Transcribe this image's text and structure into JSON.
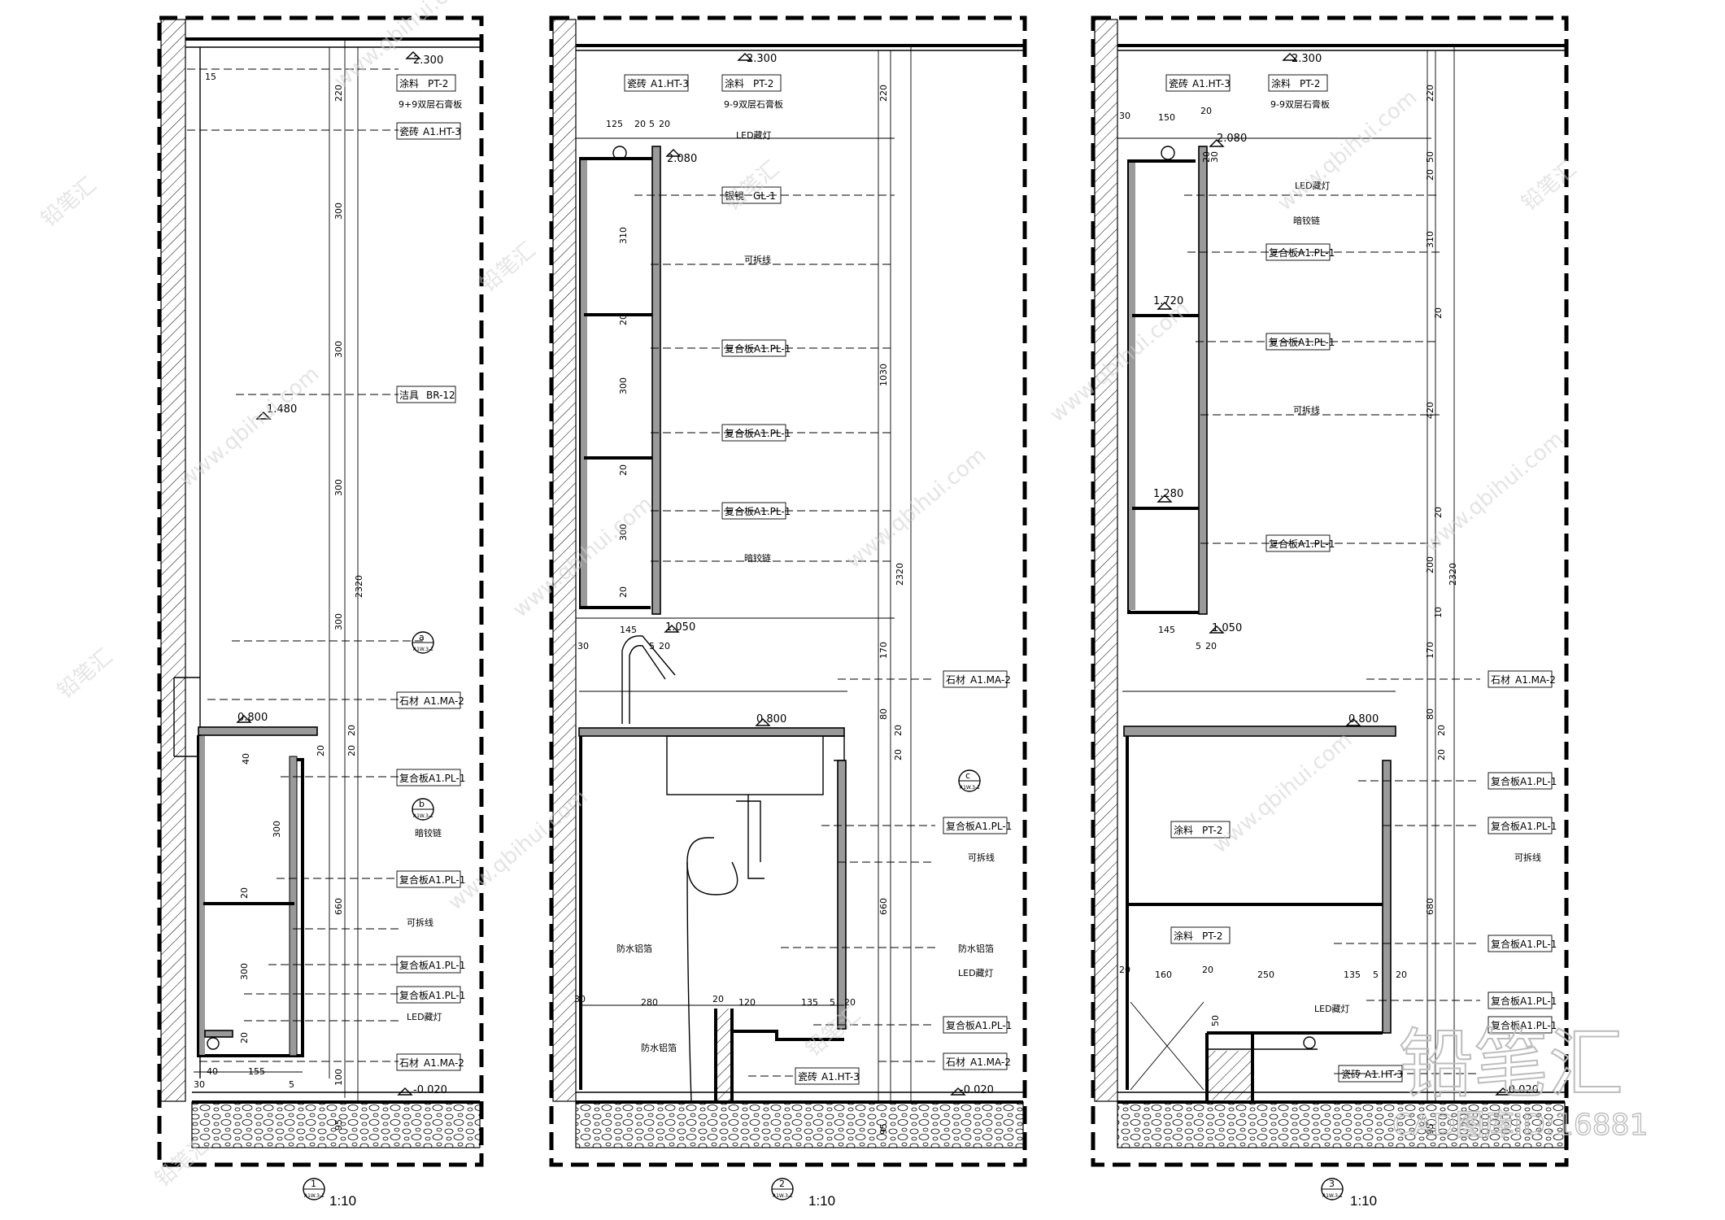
{
  "panels": [
    {
      "title_num": "1",
      "title_sheet": "A1W.3-1",
      "scale": "1:10",
      "labels": [
        "涂料",
        "PT-2",
        "9+9双层石膏板",
        "瓷砖",
        "A1.HT-3",
        "洁具",
        "BR-12",
        "石材",
        "A1.MA-2",
        "复合板",
        "A1.PL-1",
        "暗铰链",
        "复合板",
        "A1.PL-1",
        "可拆线",
        "复合板",
        "A1.PL-1",
        "复合板",
        "A1.PL-1",
        "LED藏灯",
        "石材",
        "A1.MA-2"
      ],
      "levels": [
        "2.300",
        "1.480",
        "0.800",
        "-0.020"
      ],
      "dims_v": [
        "220",
        "300",
        "300",
        "300",
        "300",
        "2320",
        "40",
        "300",
        "20",
        "660",
        "300",
        "20",
        "100",
        "95",
        "15",
        "20",
        "20",
        "20"
      ],
      "dims_h": [
        "40",
        "155",
        "30",
        "5"
      ],
      "sections": [
        {
          "letter": "a",
          "ref": "A1W.3-1"
        },
        {
          "letter": "b",
          "ref": "A1W.3-1"
        }
      ]
    },
    {
      "title_num": "2",
      "title_sheet": "A1W.3-1",
      "scale": "1:10",
      "labels": [
        "瓷砖",
        "A1.HT-3",
        "涂料",
        "PT-2",
        "9-9双层石膏板",
        "LED藏灯",
        "银镜",
        "GL-1",
        "可拆线",
        "复合板",
        "A1.PL-1",
        "复合板",
        "A1.PL-1",
        "复合板",
        "A1.PL-1",
        "暗铰链",
        "石材",
        "A1.MA-2",
        "复合板",
        "A1.PL-1",
        "可拆线",
        "防水铝箔",
        "防水铝箔",
        "LED藏灯",
        "防水铝箔",
        "复合板",
        "A1.PL-1",
        "瓷砖",
        "A1.HT-3",
        "石材",
        "A1.MA-2"
      ],
      "levels": [
        "2.300",
        "2.080",
        "1.050",
        "0.800",
        "-0.020"
      ],
      "dims_v": [
        "220",
        "310",
        "20",
        "300",
        "20",
        "300",
        "20",
        "1030",
        "2320",
        "170",
        "80",
        "20",
        "20",
        "660",
        "95"
      ],
      "dims_h": [
        "125",
        "20",
        "5",
        "20",
        "145",
        "5",
        "20",
        "30",
        "280",
        "20",
        "120",
        "135",
        "5",
        "20",
        "30"
      ],
      "sections": [
        {
          "letter": "c",
          "ref": "A1W.3-1"
        }
      ]
    },
    {
      "title_num": "3",
      "title_sheet": "A1W.3-1",
      "scale": "1:10",
      "labels": [
        "瓷砖",
        "A1.HT-3",
        "涂料",
        "PT-2",
        "9-9双层石膏板",
        "LED藏灯",
        "暗铰链",
        "复合板",
        "A1.PL-1",
        "复合板",
        "A1.PL-1",
        "可拆线",
        "复合板",
        "A1.PL-1",
        "石材",
        "A1.MA-2",
        "复合板",
        "A1.PL-1",
        "复合板",
        "A1.PL-1",
        "涂料",
        "PT-2",
        "可拆线",
        "涂料",
        "PT-2",
        "复合板",
        "A1.PL-1",
        "复合板",
        "A1.PL-1",
        "LED藏灯",
        "复合板",
        "A1.PL-1",
        "瓷砖",
        "A1.HT-3"
      ],
      "levels": [
        "2.300",
        "2.080",
        "1.720",
        "1.280",
        "1.050",
        "0.800",
        "-0.020"
      ],
      "dims_v": [
        "220",
        "50",
        "20",
        "310",
        "20",
        "420",
        "20",
        "200",
        "2320",
        "10",
        "170",
        "80",
        "20",
        "20",
        "680",
        "95"
      ],
      "dims_h": [
        "30",
        "150",
        "20",
        "20",
        "30",
        "145",
        "5",
        "20",
        "20",
        "160",
        "20",
        "250",
        "135",
        "5",
        "20",
        "50"
      ],
      "sections": []
    }
  ],
  "watermark": {
    "site": "www.qbihui.com",
    "brand": "铅笔汇",
    "cad_id": "CAD图库ID:16881"
  }
}
